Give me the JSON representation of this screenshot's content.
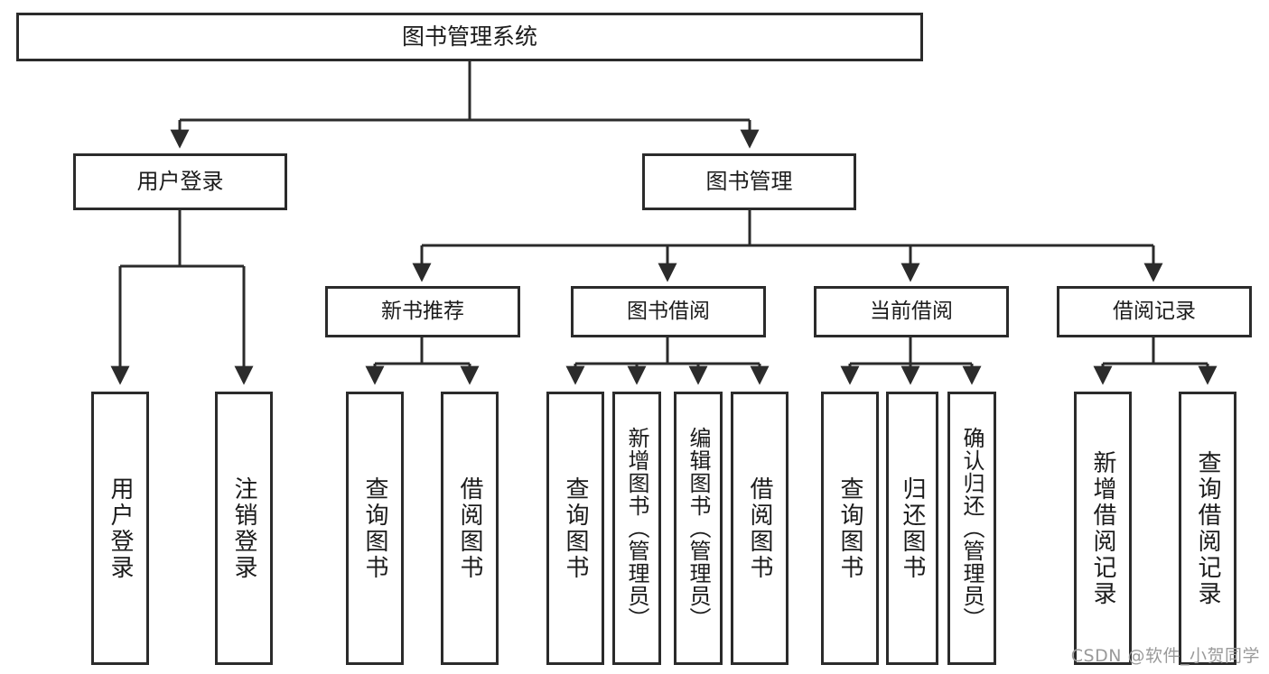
{
  "diagram": {
    "type": "tree-hierarchy",
    "title": "图书管理系统",
    "stroke_color": "#2b2b2b",
    "fill_color": "#ffffff",
    "text_color": "#1b1b1b",
    "nodes": {
      "root": {
        "label": "图书管理系统"
      },
      "level2": [
        {
          "label": "用户登录"
        },
        {
          "label": "图书管理"
        }
      ],
      "level3": [
        {
          "label": "新书推荐"
        },
        {
          "label": "图书借阅"
        },
        {
          "label": "当前借阅"
        },
        {
          "label": "借阅记录"
        }
      ],
      "leaves": [
        {
          "label": "用户登录"
        },
        {
          "label": "注销登录"
        },
        {
          "label": "查询图书"
        },
        {
          "label": "借阅图书"
        },
        {
          "label": "查询图书"
        },
        {
          "label": "新增图书（管理员）"
        },
        {
          "label": "编辑图书（管理员）"
        },
        {
          "label": "借阅图书"
        },
        {
          "label": "查询图书"
        },
        {
          "label": "归还图书"
        },
        {
          "label": "确认归还（管理员）"
        },
        {
          "label": "新增借阅记录"
        },
        {
          "label": "查询借阅记录"
        }
      ]
    }
  },
  "watermark": {
    "text": "CSDN @软件_小贺同学"
  }
}
